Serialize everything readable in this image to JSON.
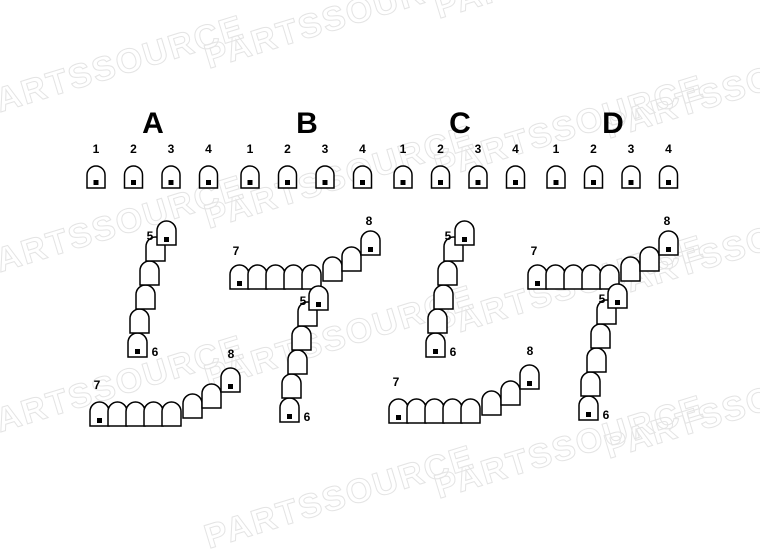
{
  "watermark": "PARTSSOURCE",
  "groups": [
    {
      "letter": "A",
      "numbers": [
        "1",
        "2",
        "3",
        "4"
      ]
    },
    {
      "letter": "B",
      "numbers": [
        "1",
        "2",
        "3",
        "4"
      ]
    },
    {
      "letter": "C",
      "numbers": [
        "1",
        "2",
        "3",
        "4"
      ]
    },
    {
      "letter": "D",
      "numbers": [
        "1",
        "2",
        "3",
        "4"
      ]
    }
  ],
  "chain_labels": {
    "top_left": {
      "start": "6",
      "end": "5"
    },
    "top_right": {
      "start": "7",
      "end": "8"
    },
    "bottom_left": {
      "start": "7",
      "end": "8"
    },
    "bottom_right": {
      "start": "6",
      "end": "5"
    }
  },
  "colors": {
    "line": "#000000",
    "background": "#ffffff",
    "watermark": "#e4e4e4"
  }
}
